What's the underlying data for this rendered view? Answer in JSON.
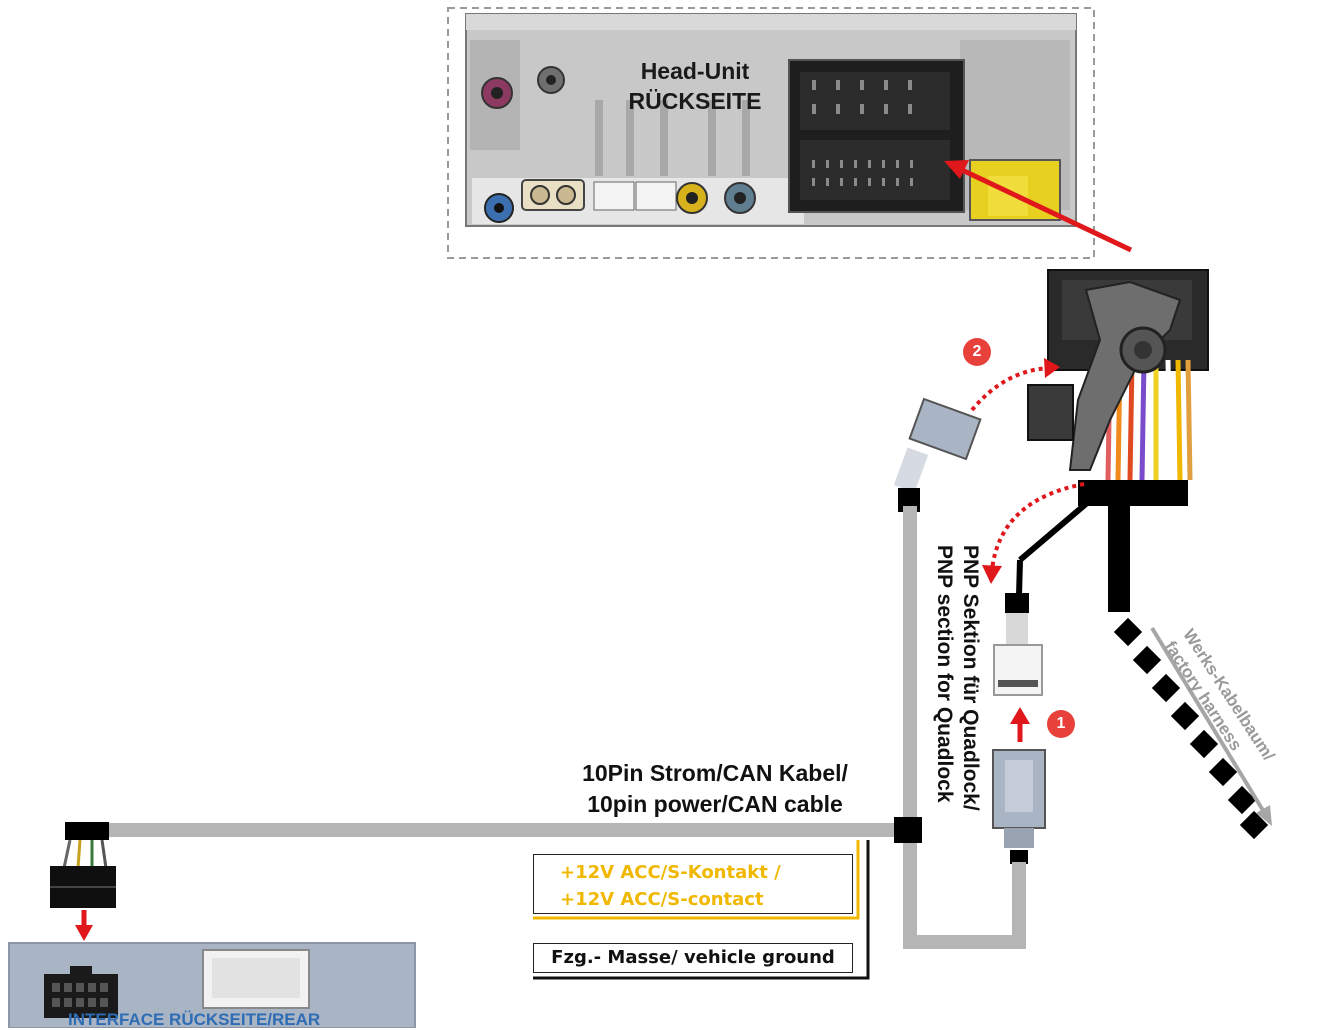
{
  "head_unit": {
    "title_line1": "Head-Unit",
    "title_line2": "RÜCKSEITE"
  },
  "cable": {
    "label_line1": "10Pin Strom/CAN Kabel/",
    "label_line2": "10pin power/CAN cable"
  },
  "wires": {
    "acc_line1": "+12V ACC/S-Kontakt /",
    "acc_line2": "+12V ACC/S-contact",
    "ground": "Fzg.- Masse/ vehicle ground"
  },
  "pnp_section": {
    "line1": "PNP Sektion für Quadlock/",
    "line2": "PNP section for Quadlock"
  },
  "factory_harness": {
    "line1": "Werks-Kabelbaum/",
    "line2": "factory harness"
  },
  "interface": {
    "label": "INTERFACE  RÜCKSEITE/REAR"
  },
  "steps": {
    "step1": "1",
    "step2": "2"
  },
  "colors": {
    "cable_gray": "#b5b5b5",
    "arrow_red": "#e0171b",
    "acc_yellow": "#f0b800",
    "badge_red": "#e8413c",
    "interface_label_blue": "#2e6db5"
  }
}
